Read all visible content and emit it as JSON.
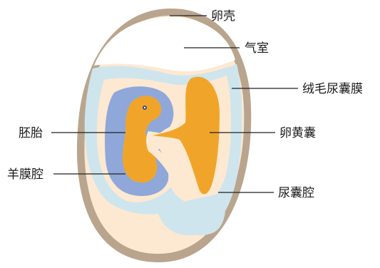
{
  "diagram": {
    "labels": {
      "shell": "卵壳",
      "air_cell": "气室",
      "chorioallantoic_membrane": "绒毛尿囊膜",
      "embryo": "胚胎",
      "yolk_sac": "卵黄囊",
      "amniotic_cavity": "羊膜腔",
      "allantoic_cavity": "尿囊腔"
    },
    "colors": {
      "shell": "#b9a58e",
      "egg_inner": "#fde9d1",
      "chorioallantoic_membrane": "#cfe5ee",
      "amnion": "#8fa8d9",
      "embryo": "#f0a52a",
      "yolk_sac": "#f0a52a",
      "allantoic_cavity": "#cfe5ee"
    }
  }
}
